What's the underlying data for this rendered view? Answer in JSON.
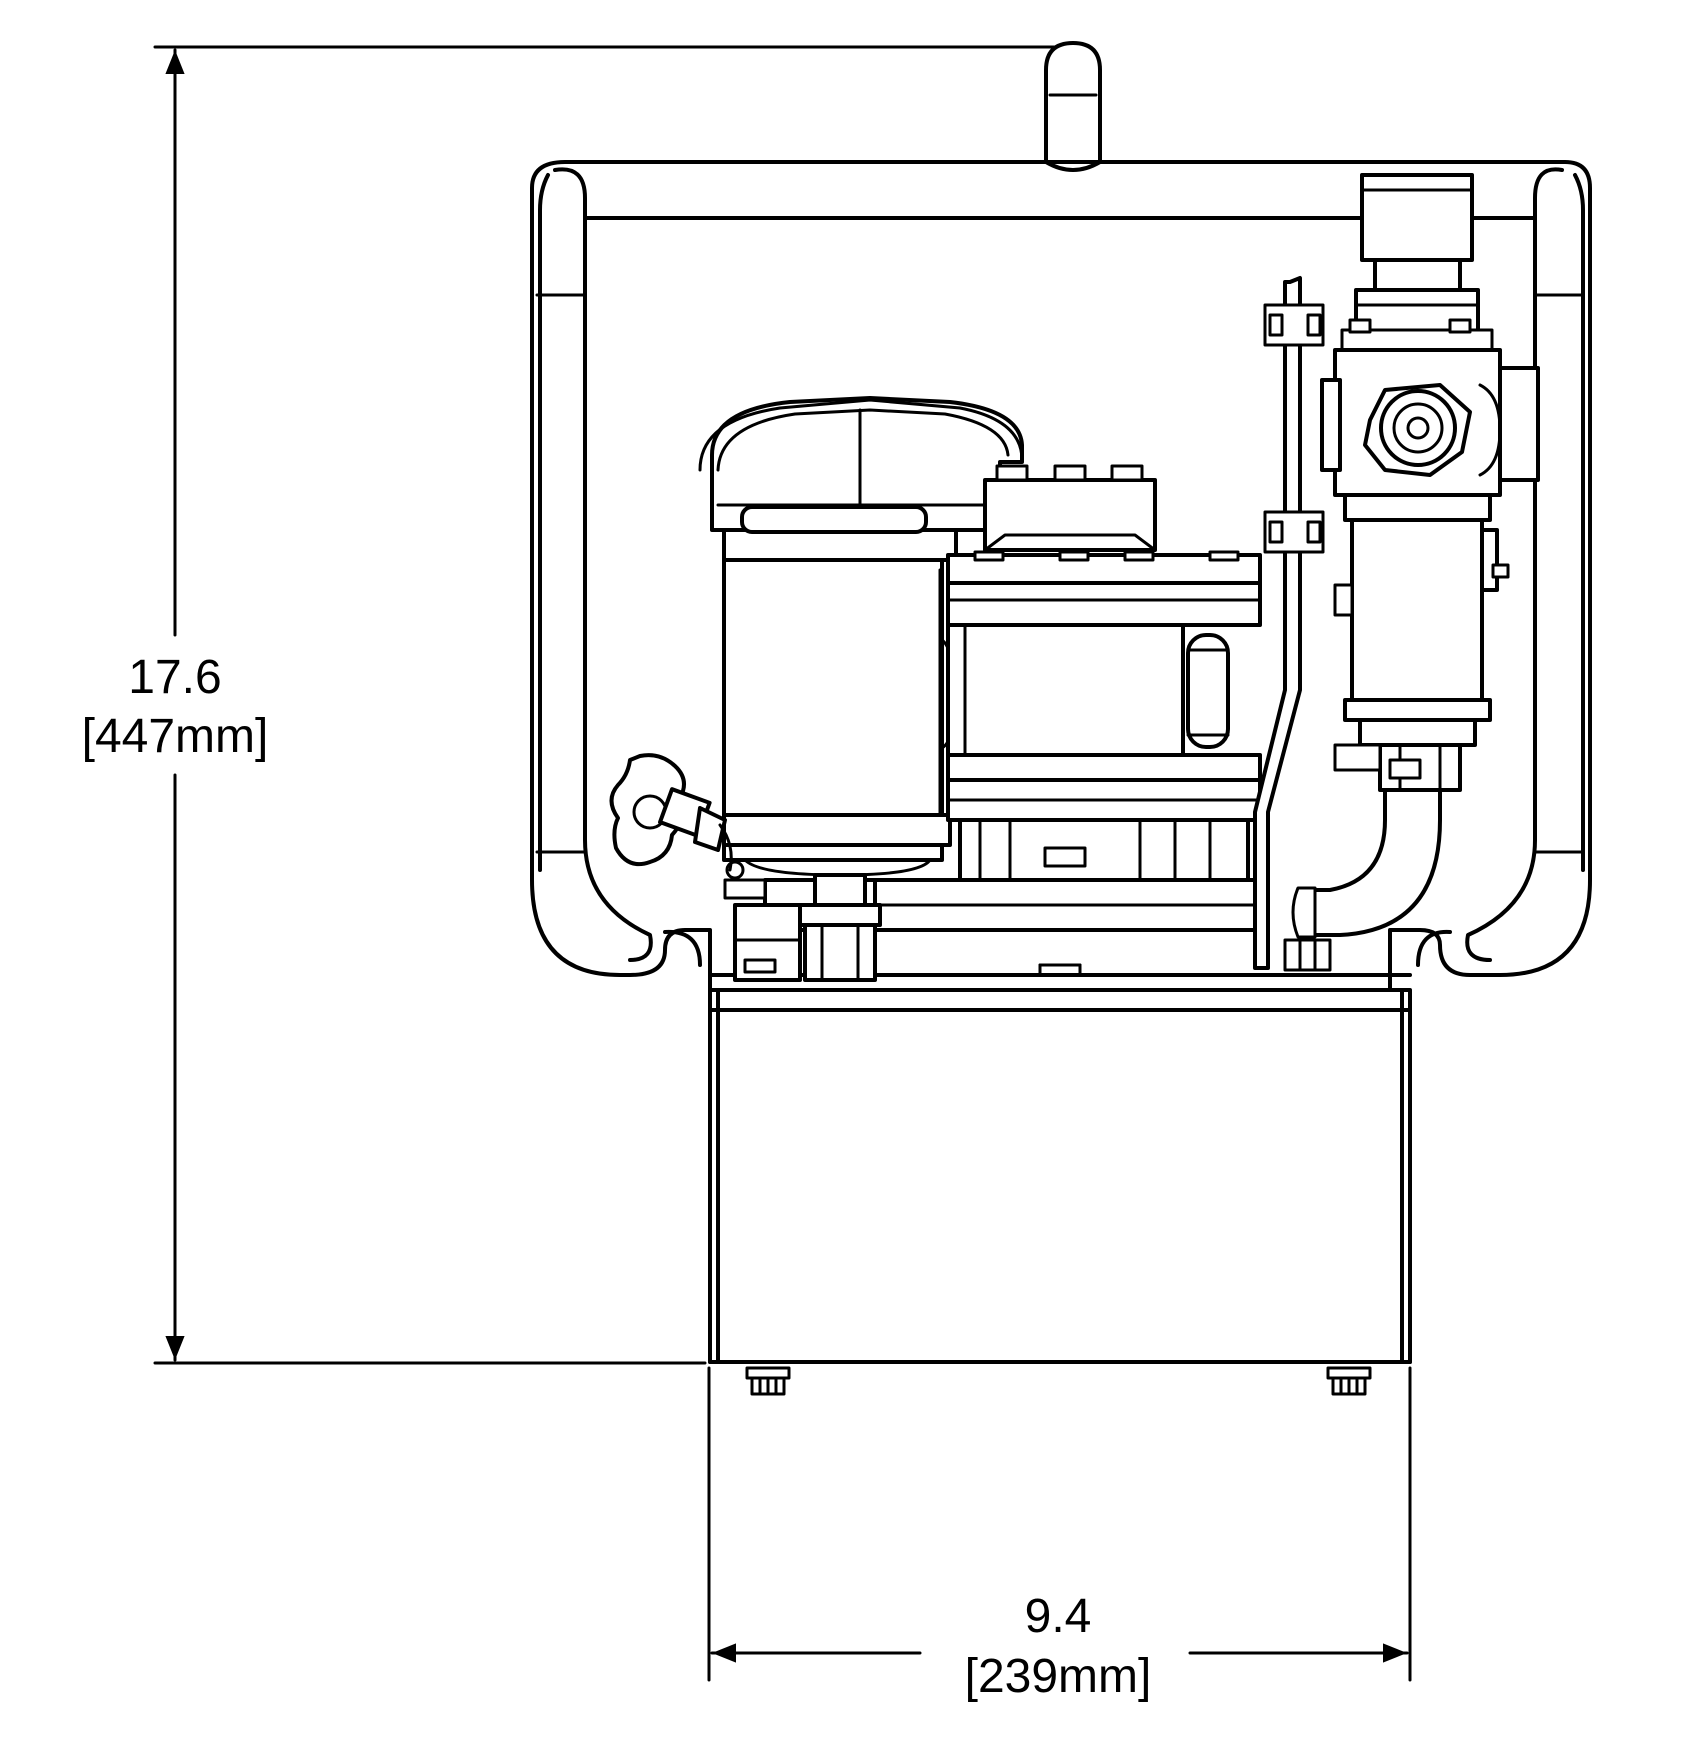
{
  "dimensions": {
    "height": {
      "value": "17.6",
      "metric": "[447mm]"
    },
    "width": {
      "value": "9.4",
      "metric": "[239mm]"
    }
  },
  "colors": {
    "line": "#000000",
    "background": "#ffffff"
  }
}
